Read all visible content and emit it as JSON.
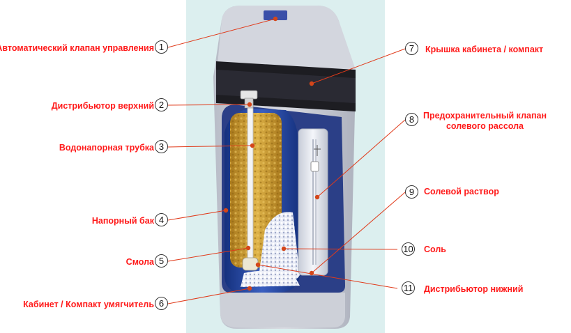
{
  "callouts": [
    {
      "num": "1",
      "label": "Автоматический клапан управления"
    },
    {
      "num": "2",
      "label": "Дистрибьютор верхний"
    },
    {
      "num": "3",
      "label": "Водонапорная трубка"
    },
    {
      "num": "4",
      "label": "Напорный бак"
    },
    {
      "num": "5",
      "label": "Смола"
    },
    {
      "num": "6",
      "label": "Кабинет / Компакт умягчитель"
    },
    {
      "num": "7",
      "label": "Крышка кабинета / компакт"
    },
    {
      "num": "8",
      "label": "Предохранительный клапан солевого рассола"
    },
    {
      "num": "9",
      "label": "Солевой раствор"
    },
    {
      "num": "10",
      "label": "Соль"
    },
    {
      "num": "11",
      "label": "Дистрибьютор нижний"
    }
  ],
  "colors": {
    "label_text": "#ff1a1a",
    "leader_line": "#e03a1a",
    "leader_dot": "#d4461a",
    "background_band": "#dcefef",
    "cabinet": "#c7cad3",
    "tank": "#1f3f9a",
    "resin": "#c99a2c",
    "salt": "#f2f4fa"
  }
}
